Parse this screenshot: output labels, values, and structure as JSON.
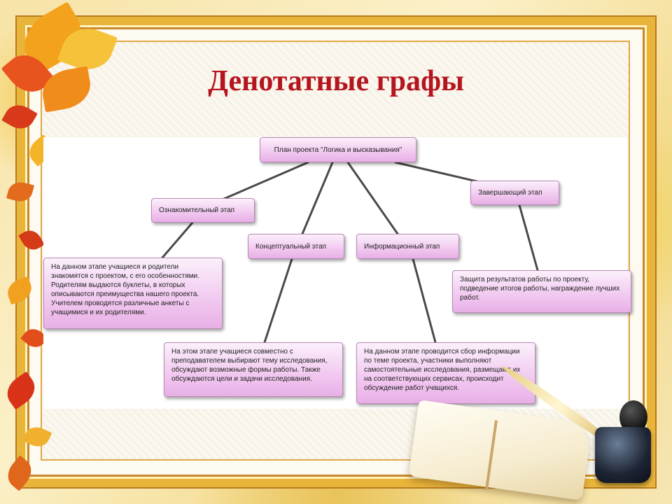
{
  "title": "Денотатные графы",
  "colors": {
    "title": "#b4151e",
    "frame_gold": "#e8b43a",
    "node_fill": "#f1c8f0",
    "node_border": "#b88ab6",
    "link": "#4a4a4a"
  },
  "diagram": {
    "root": "План проекта \"Логика и высказывания\"",
    "stages": {
      "intro": "Ознакомительный этап",
      "concept": "Концептуальный этап",
      "info": "Информационный этап",
      "final": "Завершающий этап"
    },
    "descriptions": {
      "intro": "На данном этапе учащиеся и родители знакомятся с проектом, с его особенностями. Родителям выдаются буклеты, в которых описываются преимущества нашего проекта. Учителем проводятся различные анкеты с учащимися и их родителями.",
      "concept": "На этом этапе учащиеся совместно с преподавателем выбирают тему исследования, обсуждают возможные формы работы. Также обсуждаются цели и задачи исследования.",
      "info": "На данном этапе проводится сбор информации по теме проекта, участники выполняют самостоятельные исследования, размещают их на соответствующих сервисах, происходит обсуждение работ учащихся.",
      "final": "Защита результатов работы по проекту, подведение итогов работы, награждение лучших работ."
    }
  },
  "decor": {
    "leaves": "autumn-leaves",
    "book": "open-book",
    "quill": "quill-pen",
    "inkwell": "inkwell"
  }
}
